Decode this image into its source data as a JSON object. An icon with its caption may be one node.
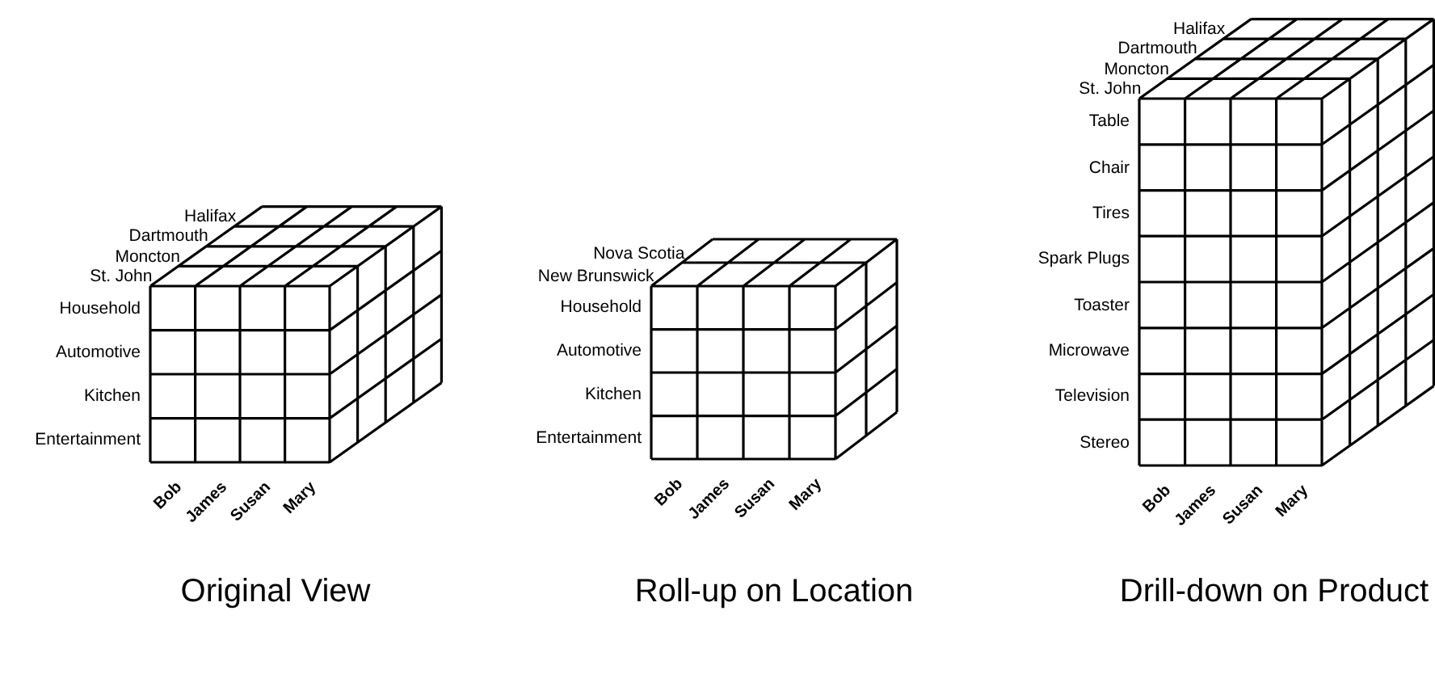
{
  "diagram": {
    "labels": [
      "Halifax",
      "Dartmouth",
      "Moncton",
      "St. John",
      "Household",
      "Automotive",
      "Kitchen",
      "Entertainment",
      "Bob",
      "James",
      "Susan",
      "Mary",
      "Original View",
      "Nova Scotia",
      "New Brunswick",
      "Household",
      "Automotive",
      "Kitchen",
      "Entertainment",
      "Bob",
      "James",
      "Susan",
      "Mary",
      "Roll-up on Location",
      "Halifax",
      "Dartmouth",
      "Moncton",
      "St. John",
      "Table",
      "Chair",
      "Tires",
      "Spark Plugs",
      "Toaster",
      "Microwave",
      "Television",
      "Stereo",
      "Bob",
      "James",
      "Susan",
      "Mary",
      "Drill-down on Product"
    ]
  }
}
